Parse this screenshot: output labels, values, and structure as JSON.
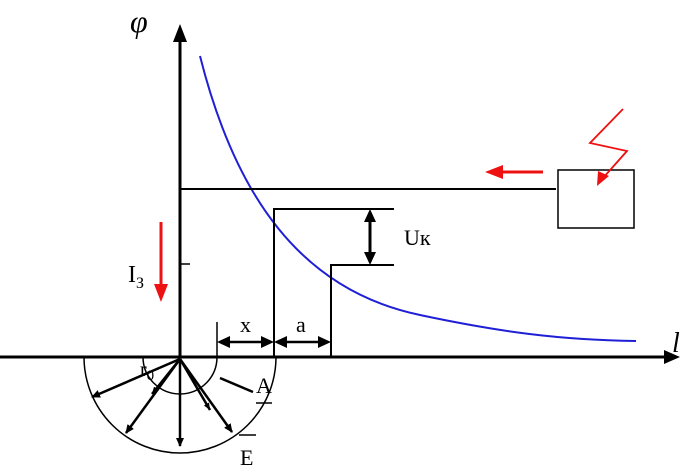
{
  "labels": {
    "phi_axis": "φ",
    "l_axis": "l",
    "voltage": "Uк",
    "current": "I",
    "current_sub": "З",
    "radius": "r",
    "radius_sub": "0",
    "distance_x": "x",
    "distance_a": "a",
    "point_a": "A",
    "field_e": "E"
  },
  "colors": {
    "axes": "#000000",
    "potential_curve": "#1f1fd6",
    "arrows_red": "#ee1111"
  },
  "icons": {
    "lightning": "lightning-bolt-icon"
  }
}
